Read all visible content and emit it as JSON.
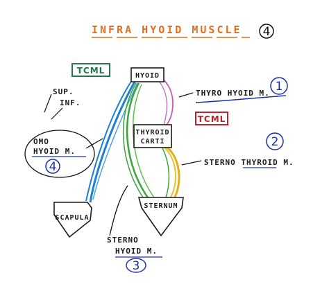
{
  "title": "INFRA HYOID MUSCLE",
  "title_number": "4",
  "tcml_tag": "TCML",
  "structures": {
    "hyoid": "HYOID",
    "thyroid_line1": "THYROID",
    "thyroid_line2": "CARTI",
    "sternum": "STERNUM",
    "scapula": "SCAPULA"
  },
  "labels": {
    "sup": "SUP.",
    "inf": "INF.",
    "omo_line1": "OMO",
    "omo_line2": "HYOID M.",
    "omo_number": "4",
    "thyrohyoid": "THYRO HYOID M.",
    "thyrohyoid_number": "1",
    "sternothyroid": "STERNO THYROID M.",
    "sternothyroid_number": "2",
    "sternohyoid_line1": "STERNO",
    "sternohyoid_line2": "HYOID M.",
    "sternohyoid_number": "3"
  },
  "colors": {
    "title": "#e36f1e",
    "tcml_left": "#1e7a4a",
    "tcml_right": "#c0202a",
    "thyrohyoid": "#c85ab4",
    "sternothyroid": "#e0b020",
    "sternohyoid": "#3aa63a",
    "omohyoid": "#1e7fd0",
    "number_circles": "#1a2fb0"
  }
}
